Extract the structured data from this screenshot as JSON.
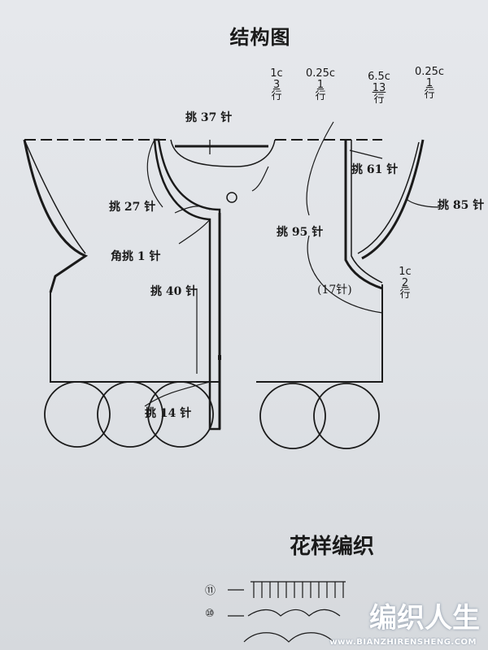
{
  "title": "结构图",
  "pattern_title": "花样编织",
  "labels": {
    "pick37": "挑 37 针",
    "pick27": "挑 27 针",
    "corner1": "角挑 1 针",
    "pick40": "挑 40 针",
    "pick14": "挑 14 针",
    "pick61": "挑 61 针",
    "pick95": "挑 95 针",
    "pick85": "挑 85 针",
    "st17": "(17针)"
  },
  "stacks": [
    {
      "top": "1c",
      "mid": "3",
      "bot": "行"
    },
    {
      "top": "0.25c",
      "mid": "1",
      "bot": "行"
    },
    {
      "top": "6.5c",
      "mid": "13",
      "bot": "行"
    },
    {
      "top": "0.25c",
      "mid": "1",
      "bot": "行"
    }
  ],
  "side_note": {
    "top": "1c",
    "mid": "2",
    "bot": "行"
  },
  "row_markers": [
    "⑪",
    "⑩"
  ],
  "watermark": "编织人生",
  "watermark_url": "www.BIANZHIRENSHENG.COM"
}
